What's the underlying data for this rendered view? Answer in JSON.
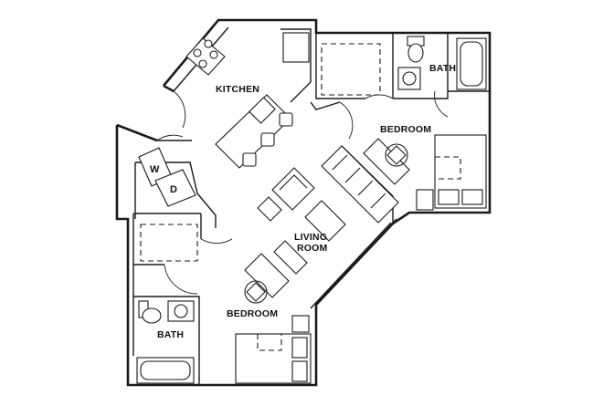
{
  "rooms": {
    "kitchen": "KITCHEN",
    "bedroom_right": "BEDROOM",
    "bath_right": "BATH",
    "living_line1": "LIVING",
    "living_line2": "ROOM",
    "bedroom_left": "BEDROOM",
    "bath_left": "BATH"
  },
  "appliances": {
    "washer": "W",
    "dryer": "D"
  },
  "colors": {
    "line": "#1a1a1a",
    "background": "#ffffff"
  }
}
